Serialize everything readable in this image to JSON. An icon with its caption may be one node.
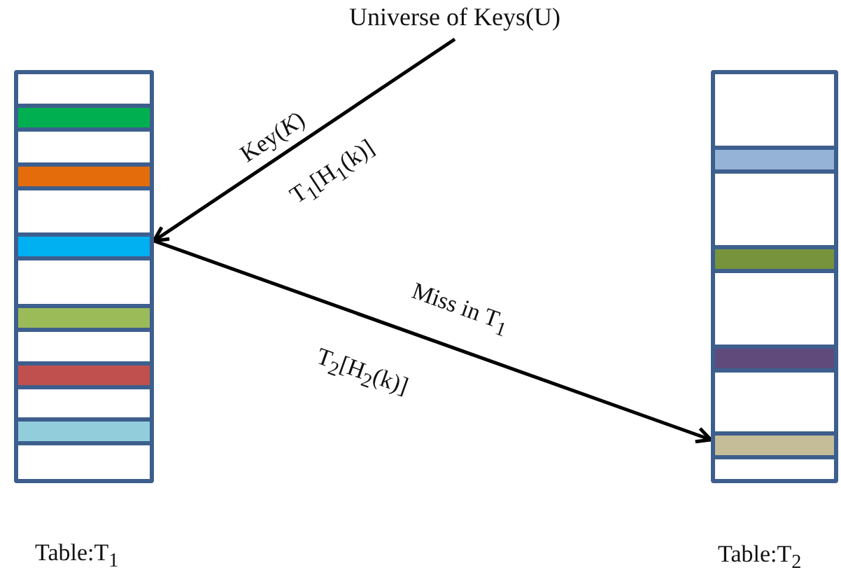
{
  "diagram": {
    "nodes": [
      {
        "text": [
          "Universe of Keys(U)"
        ]
      },
      {
        "text": [
          "Table:T$_{1}$"
        ]
      },
      {
        "text": [
          "Table:T$_{2}$"
        ]
      }
    ],
    "edges": [
      {
        "from": 0,
        "to": 1,
        "arrow": "to",
        "label": "Key(*K*)"
      },
      {
        "from": 1,
        "to": 2,
        "arrow": "to",
        "label": "Miss in T$_{1}$"
      }
    ],
    "labels": [
      "T$_{1}$[H$_{1}$(k)]",
      "T$_{2}$[H$_{2}$(k)]"
    ]
  }
}
